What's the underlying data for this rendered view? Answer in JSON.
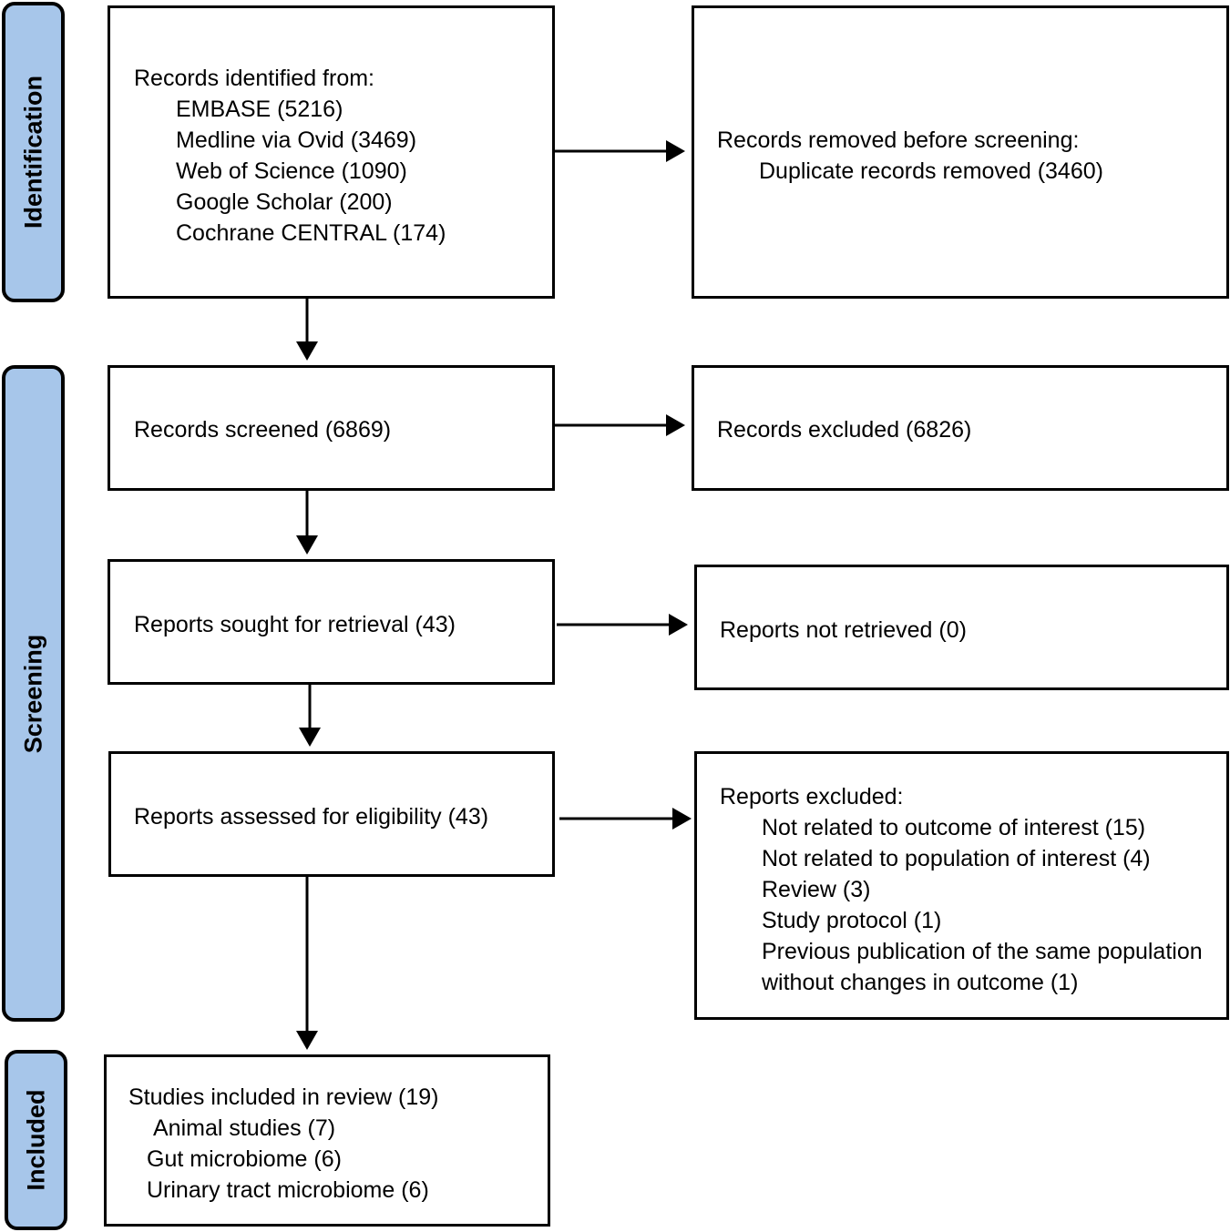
{
  "phases": {
    "identification": "Identification",
    "screening": "Screening",
    "included": "Included"
  },
  "identification": {
    "heading": "Records identified from:",
    "sources": [
      "EMBASE (5216)",
      "Medline via Ovid (3469)",
      "Web of Science (1090)",
      "Google Scholar (200)",
      "Cochrane CENTRAL (174)"
    ],
    "removed_heading": "Records removed before screening:",
    "removed_item": "Duplicate records removed (3460)"
  },
  "screening": {
    "screened": "Records screened (6869)",
    "excluded": "Records excluded (6826)",
    "sought": "Reports sought for retrieval (43)",
    "not_retrieved": "Reports not retrieved (0)",
    "assessed": "Reports assessed for eligibility (43)",
    "reports_excluded_heading": "Reports excluded:",
    "reports_excluded_items": [
      "Not related to outcome of interest (15)",
      "Not related to population of interest (4)",
      "Review (3)",
      "Study protocol (1)",
      "Previous publication of the same population",
      "without changes in outcome (1)"
    ]
  },
  "included": {
    "heading": "Studies included in review (19)",
    "items": [
      "Animal studies (7)",
      "Gut microbiome (6)",
      "Urinary tract microbiome (6)"
    ]
  }
}
